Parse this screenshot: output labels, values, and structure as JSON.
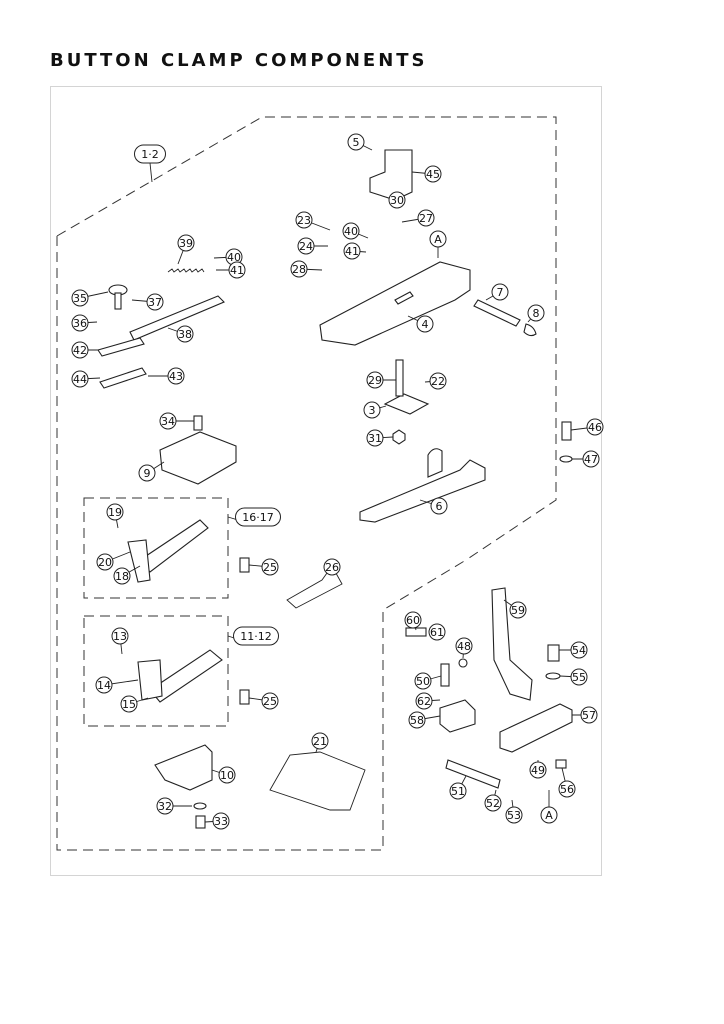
{
  "page": {
    "title": "BUTTON CLAMP COMPONENTS"
  },
  "diagram": {
    "circle_labels": [
      "5",
      "45",
      "30",
      "27",
      "23",
      "40",
      "24",
      "41",
      "28",
      "39",
      "40",
      "41",
      "35",
      "37",
      "38",
      "36",
      "42",
      "43",
      "44",
      "7",
      "8",
      "4",
      "29",
      "22",
      "3",
      "31",
      "34",
      "46",
      "47",
      "9",
      "6",
      "19",
      "16·17",
      "20",
      "18",
      "25",
      "26",
      "59",
      "60",
      "61",
      "48",
      "54",
      "13",
      "11·12",
      "50",
      "55",
      "62",
      "14",
      "15",
      "25",
      "58",
      "57",
      "21",
      "10",
      "51",
      "49",
      "56",
      "52",
      "53",
      "32",
      "33"
    ],
    "box_labels": [
      "1·2",
      "16·17",
      "11·12"
    ],
    "ref_labels": [
      "A",
      "A"
    ]
  }
}
